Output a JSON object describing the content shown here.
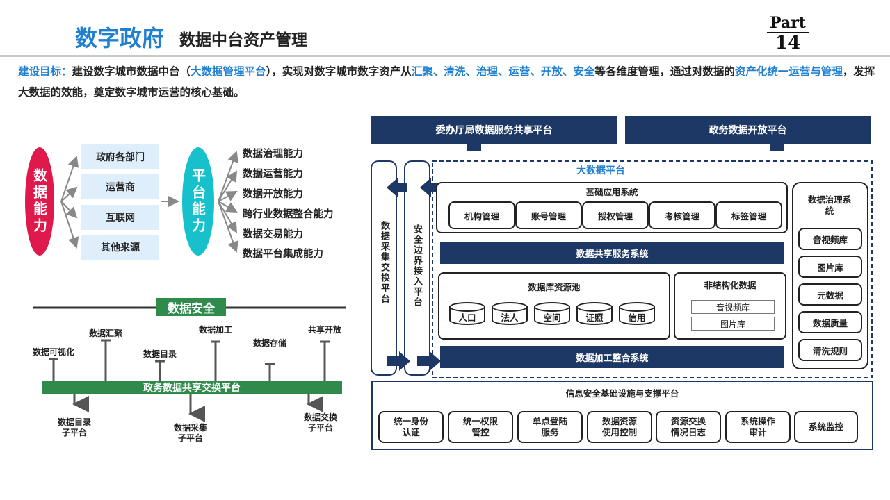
{
  "header": {
    "title_blue": "数字政府",
    "title_black": "数据中台资产管理",
    "part_word": "Part",
    "part_number": "14"
  },
  "goal": {
    "segments": [
      {
        "text": "建设目标：",
        "hl": true
      },
      {
        "text": "建设数字城市数据中台（",
        "hl": false
      },
      {
        "text": "大数据管理平台",
        "hl": true
      },
      {
        "text": "），实现对数字城市数字资产从",
        "hl": false
      },
      {
        "text": "汇聚、清洗、治理、运营、开放、安全",
        "hl": true
      },
      {
        "text": "等各维度管理，通过对数据的",
        "hl": false
      },
      {
        "text": "资产化统一运营与管理",
        "hl": true
      },
      {
        "text": "，发挥大数据的效能，奠定数字城市运营的核心基础。",
        "hl": false
      }
    ]
  },
  "capability": {
    "left_oval": "数据能力",
    "sources": [
      "政府各部门",
      "运营商",
      "互联网",
      "其他来源"
    ],
    "mid_oval": "平台能力",
    "capabilities": [
      "数据治理能力",
      "数据运营能力",
      "数据开放能力",
      "跨行业数据整合能力",
      "数据交易能力",
      "数据平台集成能力"
    ],
    "colors": {
      "red": "#e0194d",
      "teal": "#16c1cc",
      "source_bg": "#dfeefb"
    }
  },
  "timeline": {
    "title": "数据安全",
    "bar_label": "政务数据共享交换平台",
    "labels_up": [
      "数据可视化",
      "数据汇聚",
      "数据目录",
      "数据加工",
      "数据存储",
      "共享开放"
    ],
    "subplatforms": [
      "数据目录\n子平台",
      "数据采集\n子平台",
      "数据交换\n子平台"
    ],
    "colors": {
      "bar": "#2e8b4c"
    }
  },
  "architecture": {
    "top_left": "委办厅局数据服务共享平台",
    "top_right": "政务数据开放平台",
    "bigdata_title": "大数据平台",
    "left_v1": "数据采集交换平台",
    "left_v2": "安全边界接入平台",
    "basic_title": "基础应用系统",
    "basic_items": [
      "机构管理",
      "账号管理",
      "授权管理",
      "考核管理",
      "标签管理"
    ],
    "share_bar": "数据共享服务系统",
    "db_title": "数据库资源池",
    "db_items": [
      "人口",
      "法人",
      "空间",
      "证照",
      "信用"
    ],
    "unstruct_title": "非结构化数据",
    "unstruct_items": [
      "音视频库",
      "图片库"
    ],
    "process_bar": "数据加工整合系统",
    "gov_title": "数据治理系统",
    "gov_items": [
      "音视频库",
      "图片库",
      "元数据",
      "数据质量",
      "清洗规则"
    ],
    "security_title": "信息安全基础设施与支撑平台",
    "security_items": [
      "统一身份\n认证",
      "统一权限\n管控",
      "单点登陆\n服务",
      "数据资源\n使用控制",
      "资源交换\n情况日志",
      "系统操作\n审计",
      "系统监控"
    ],
    "colors": {
      "navy": "#1e3866",
      "title_blue": "#1f7fd0"
    }
  }
}
